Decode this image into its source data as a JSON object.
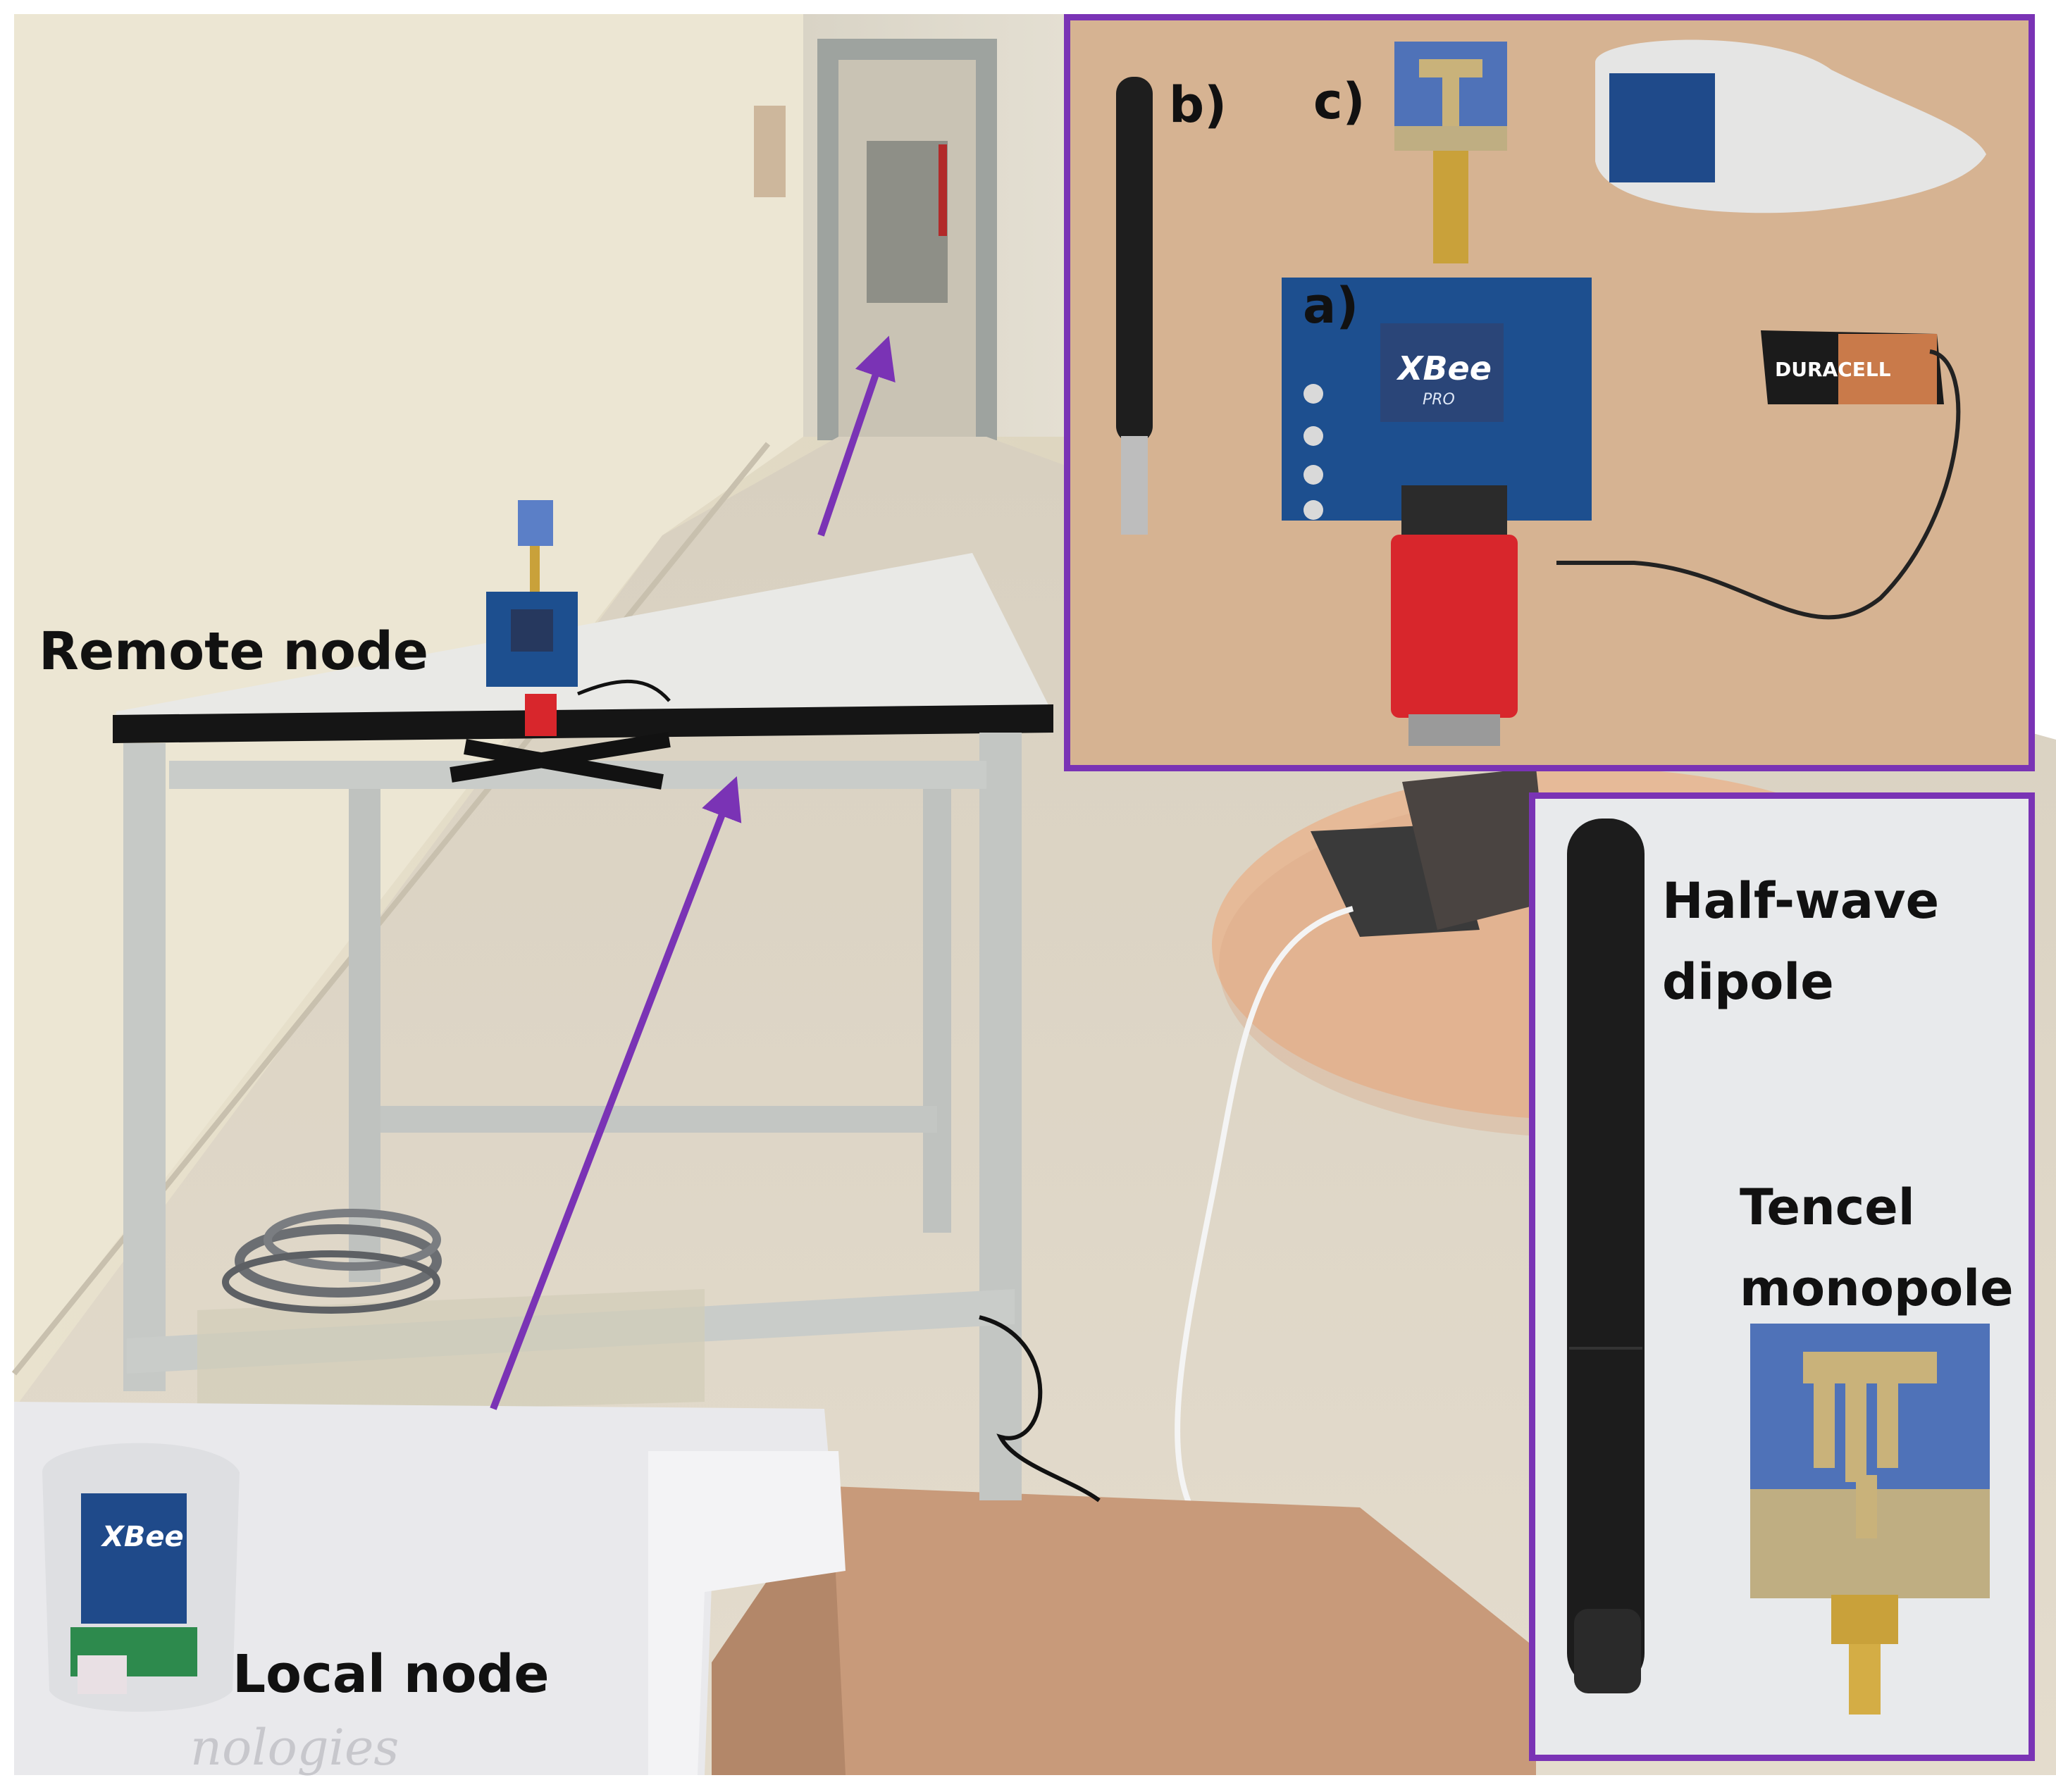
{
  "labels": {
    "remote_node": "Remote node",
    "local_node": "Local node",
    "label_a": "a)",
    "label_b": "b)",
    "label_c": "c)",
    "half_wave_line1": "Half-wave",
    "half_wave_line2": "dipole",
    "tencel_line1": "Tencel",
    "tencel_line2": "monopole"
  },
  "device_marks": {
    "xbee_logo": "XBee",
    "xbee_sub": "PRO",
    "battery_brand": "DURACELL",
    "box_print": "nologies"
  },
  "colors": {
    "accent_purple": "#7a33b5",
    "wall": "#e8e2cf",
    "floor": "#d9d1c3",
    "board_blue": "#1d4f8f",
    "adapter_red": "#d8262c",
    "antenna_black": "#1c1c1c",
    "gold": "#c9a13a"
  }
}
